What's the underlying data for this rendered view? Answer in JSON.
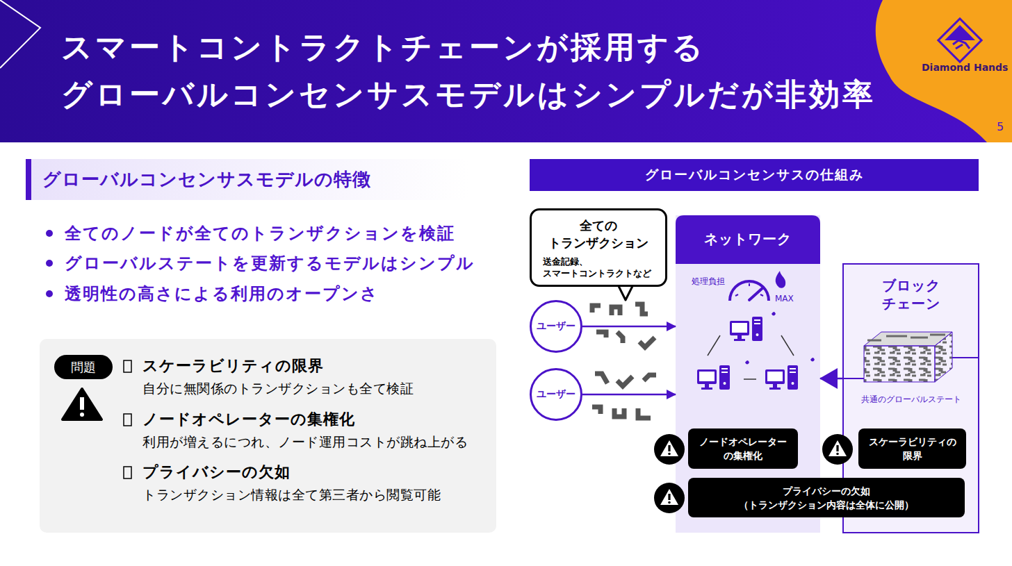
{
  "diagram": {
    "title": "スマートコントラクトチェーンが採用する グローバルコンセンサスモデルはシンプルだが非効率",
    "nodes": [
      {
        "text": [
          "グローバルコンセンサスモデルの特徴"
        ]
      },
      {
        "text": [
          "スケーラビリティの限界",
          "自分に無関係のトランザクションも全て検証",
          "ノードオペレーターの集権化",
          "利用が増えるにつれ、ノード運用コストが跳ね上がる",
          "プライバシーの欠如",
          "トランザクション情報は全て第三者から閲覧可能"
        ]
      },
      {
        "text": [
          "問題"
        ],
        "in": 1
      },
      {
        "text": [
          "グローバルコンセンサスの仕組み"
        ]
      },
      {
        "text": [
          "全ての トランザクション",
          "送金記録、 スマートコントラクトなど"
        ]
      },
      {
        "text": [
          "ユーザー"
        ]
      },
      {
        "text": [
          "ユーザー"
        ]
      },
      {
        "text": [
          "ネットワーク",
          "処理負担"
        ]
      },
      {
        "text": [
          "ブロック チェーン",
          "共通のグローバルステート"
        ]
      },
      {
        "text": [
          "ノードオペレーター の集権化"
        ],
        "in": 7
      },
      {
        "text": [
          "スケーラビリティの 限界"
        ],
        "in": 8
      },
      {
        "text": [
          "プライバシーの欠如",
          "（トランザクション内容は全体に公開）"
        ]
      }
    ],
    "edges": [
      {
        "from": 5,
        "to": 7,
        "arrow": "to"
      },
      {
        "from": 6,
        "to": 7,
        "arrow": "to"
      },
      {
        "from": 8,
        "to": 7,
        "arrow": "to"
      }
    ],
    "labels": [
      "全てのノードが全てのトランザクションを検証",
      "グローバルステートを更新するモデルはシンプル",
      "透明性の高さによる利用のオープンさ",
      "MAX",
      "Diamond Hands",
      "5"
    ]
  }
}
